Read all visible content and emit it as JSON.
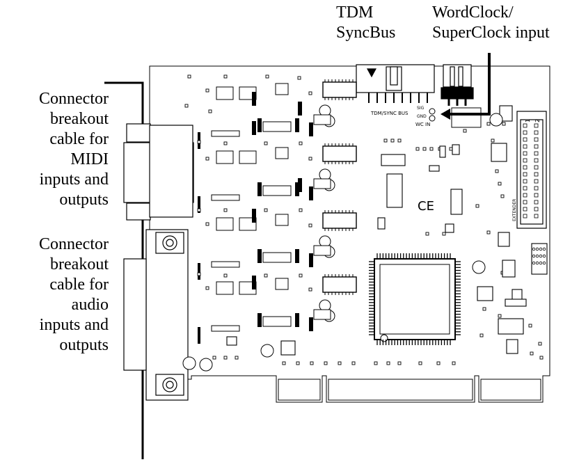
{
  "labels": {
    "tdm": [
      "TDM",
      "SyncBus"
    ],
    "wordclock": [
      "WordClock/",
      "SuperClock input"
    ],
    "midi_connector": [
      "Connector",
      "breakout",
      "cable for",
      "MIDI",
      "inputs and",
      "outputs"
    ],
    "audio_connector": [
      "Connector",
      "breakout",
      "cable for",
      "audio",
      "inputs and",
      "outputs"
    ]
  },
  "board_markings": {
    "sync_bus": "TDM/SYNC BUS",
    "sig": "SIG",
    "gnd": "GND",
    "wc_in": "WC IN",
    "extender": "EXTENDER",
    "pin_1": "1",
    "pin_2": "2",
    "ce_mark": "CE"
  },
  "colors": {
    "ink": "#000000",
    "paper": "#ffffff"
  }
}
